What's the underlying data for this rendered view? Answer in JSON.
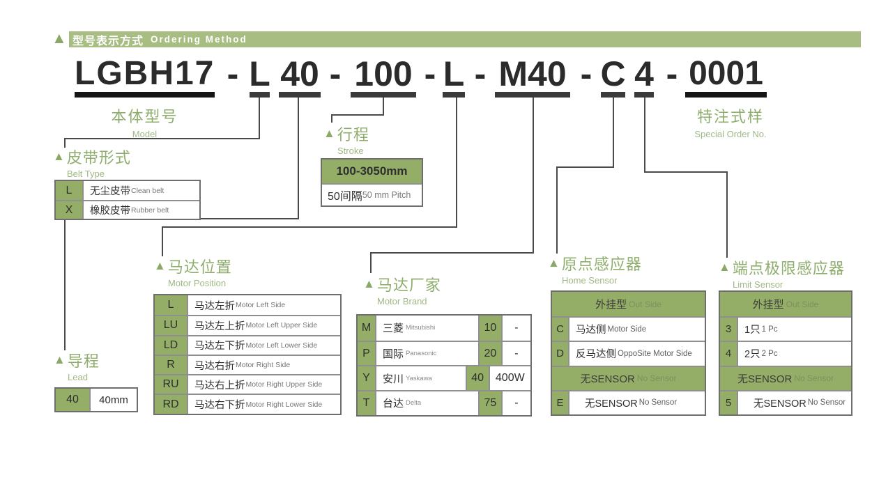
{
  "banner": {
    "title_zh": "型号表示方式",
    "title_en": "Ordering Method"
  },
  "model": {
    "separator": "-",
    "segments": [
      "LGBH17",
      "L",
      "40",
      "100",
      "L",
      "M40",
      "C",
      "4",
      "0001"
    ]
  },
  "model_label": {
    "zh": "本体型号",
    "en": "Model"
  },
  "special_label": {
    "zh": "特注式样",
    "en": "Special Order No."
  },
  "belt": {
    "zh": "皮带形式",
    "en": "Belt Type",
    "rows": [
      {
        "code": "L",
        "zh": "无尘皮带",
        "en": "Clean belt"
      },
      {
        "code": "X",
        "zh": "橡胶皮带",
        "en": "Rubber belt"
      }
    ]
  },
  "stroke": {
    "zh": "行程",
    "en": "Stroke",
    "range": "100-3050mm",
    "pitch_zh": "50间隔",
    "pitch_en": "50 mm Pitch"
  },
  "motor_position": {
    "zh": "马达位置",
    "en": "Motor Position",
    "rows": [
      {
        "code": "L",
        "zh": "马达左折",
        "en": "Motor Left Side"
      },
      {
        "code": "LU",
        "zh": "马达左上折",
        "en": "Motor Left Upper Side"
      },
      {
        "code": "LD",
        "zh": "马达左下折",
        "en": "Motor Left Lower Side"
      },
      {
        "code": "R",
        "zh": "马达右折",
        "en": "Motor Right Side"
      },
      {
        "code": "RU",
        "zh": "马达右上折",
        "en": "Motor Right Upper Side"
      },
      {
        "code": "RD",
        "zh": "马达右下折",
        "en": "Motor Right Lower Side"
      }
    ]
  },
  "lead": {
    "zh": "导程",
    "en": "Lead",
    "code": "40",
    "value": "40mm"
  },
  "motor_brand": {
    "zh": "马达厂家",
    "en": "Motor Brand",
    "rows": [
      {
        "code": "M",
        "zh": "三菱",
        "en": "Mitsubishi",
        "power_code": "10",
        "power": "-"
      },
      {
        "code": "P",
        "zh": "国际",
        "en": "Panasonic",
        "power_code": "20",
        "power": "-"
      },
      {
        "code": "Y",
        "zh": "安川",
        "en": "Yaskawa",
        "power_code": "40",
        "power": "400W"
      },
      {
        "code": "T",
        "zh": "台达",
        "en": "Delta",
        "power_code": "75",
        "power": "-"
      }
    ]
  },
  "home_sensor": {
    "zh": "原点感应器",
    "en": "Home Sensor",
    "group1_zh": "外挂型",
    "group1_en": "Out Side",
    "rows": [
      {
        "code": "C",
        "zh": "马达侧",
        "en": "Motor Side"
      },
      {
        "code": "D",
        "zh": "反马达侧",
        "en": "OppoSite Motor Side"
      }
    ],
    "group2_zh": "无SENSOR",
    "group2_en": "No Sensor",
    "none_row": {
      "code": "E",
      "zh": "无SENSOR",
      "en": "No Sensor"
    }
  },
  "limit_sensor": {
    "zh": "端点极限感应器",
    "en": "Limit Sensor",
    "group1_zh": "外挂型",
    "group1_en": "Out Side",
    "rows": [
      {
        "code": "3",
        "zh": "1只",
        "en": "1 Pc"
      },
      {
        "code": "4",
        "zh": "2只",
        "en": "2 Pc"
      }
    ],
    "group2_zh": "无SENSOR",
    "group2_en": "No Sensor",
    "none_row": {
      "code": "5",
      "zh": "无SENSOR",
      "en": "No Sensor"
    }
  },
  "colors": {
    "cell_green": "#94ae68",
    "banner_green": "#a7bd82",
    "title_green": "#8fae6d",
    "subtitle_green": "#9fb883",
    "line_dark": "#4a4a4a",
    "text_dark": "#2b2b2b"
  }
}
